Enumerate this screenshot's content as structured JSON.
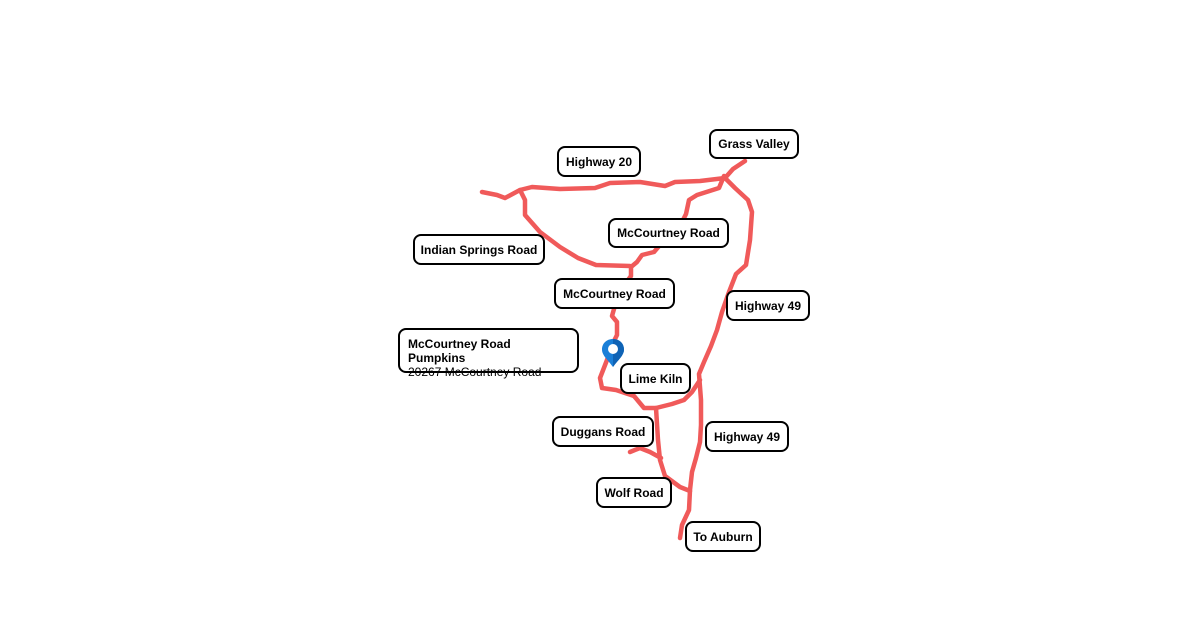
{
  "map": {
    "road_color": "#f05a5a",
    "marker_color": "#1a7fd8",
    "labels": {
      "highway20": "Highway 20",
      "grass_valley": "Grass Valley",
      "mccourtney_upper": "McCourtney Road",
      "indian_springs": "Indian Springs Road",
      "mccourtney_middle": "McCourtney Road",
      "highway49_upper": "Highway 49",
      "lime_kiln": "Lime Kiln",
      "duggans": "Duggans Road",
      "highway49_lower": "Highway 49",
      "wolf": "Wolf Road",
      "to_auburn": "To Auburn"
    },
    "poi": {
      "name": "McCourtney Road Pumpkins",
      "address": "20267 McCourtney Road",
      "icon": "map-pin-icon"
    }
  }
}
